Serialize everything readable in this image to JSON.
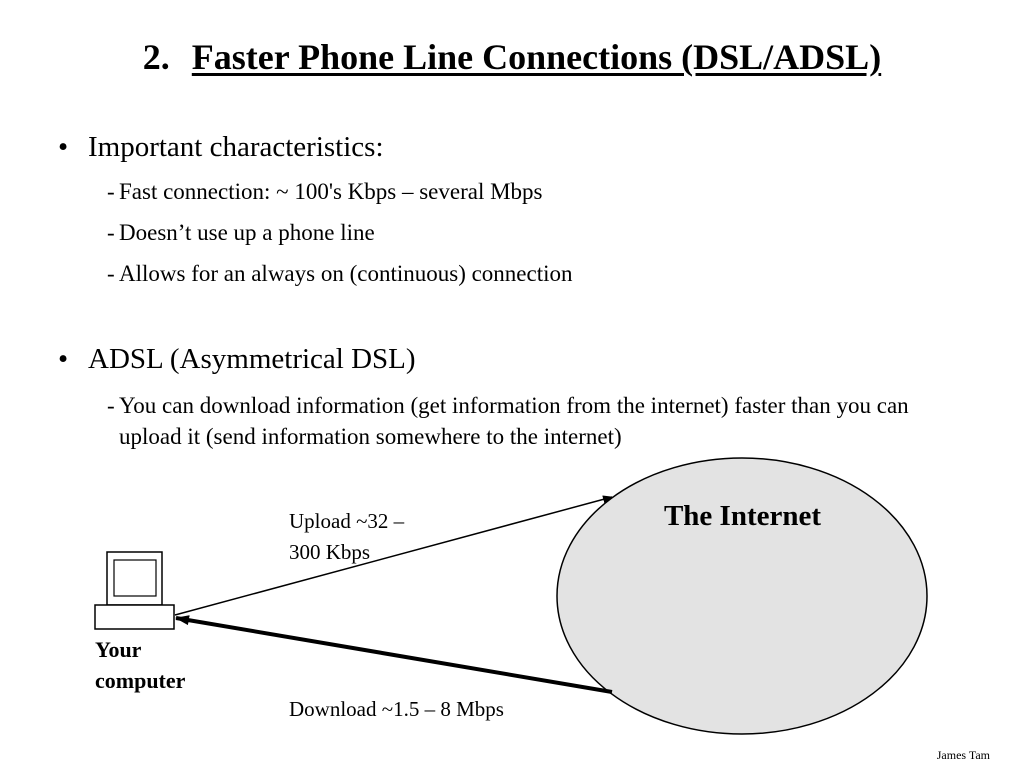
{
  "slide": {
    "number": "2.",
    "title": "Faster Phone Line Connections (DSL/ADSL)",
    "footer": "James Tam"
  },
  "bullets": [
    {
      "text": "Important characteristics:",
      "subs": [
        "Fast connection: ~ 100's Kbps – several Mbps",
        "Doesn’t use up a phone line",
        "Allows for an always on (continuous) connection"
      ]
    },
    {
      "text": "ADSL (Asymmetrical DSL)",
      "subs": [
        "You can download information (get information from the internet) faster than you can upload it (send information somewhere to the internet)"
      ]
    }
  ],
  "diagram": {
    "upload_label_line1": "Upload ~32 –",
    "upload_label_line2": "300 Kbps",
    "download_label": "Download ~1.5 – 8 Mbps",
    "computer_label_line1": "Your",
    "computer_label_line2": "computer",
    "internet_label": "The Internet",
    "colors": {
      "internet_fill": "#e3e3e3",
      "stroke": "#000000"
    }
  }
}
